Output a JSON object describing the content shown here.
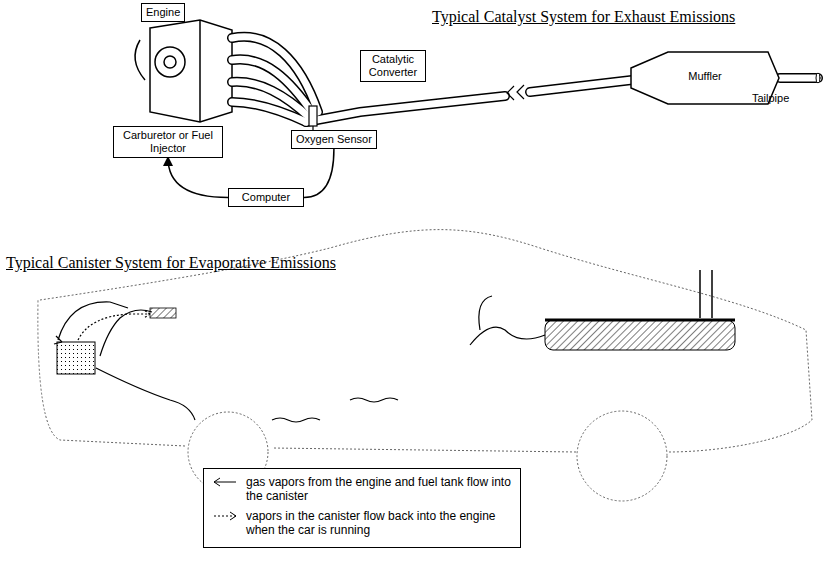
{
  "diagram": {
    "title": "Typical Catalyst System for Exhaust Emissions",
    "nodes": [
      {
        "text": [
          "Engine"
        ]
      },
      {
        "text": [
          "Catalytic Converter"
        ]
      },
      {
        "text": [
          "Carburetor or Fuel Injector"
        ]
      },
      {
        "text": [
          "Oxygen Sensor"
        ]
      },
      {
        "text": [
          "Computer"
        ]
      },
      {
        "text": [
          "Muffler"
        ]
      }
    ],
    "edges": [
      {
        "from": 3,
        "to": 4,
        "arrow": "none"
      },
      {
        "from": 4,
        "to": 2,
        "arrow": "to"
      }
    ],
    "labels": [
      "Typical Canister System for Evaporative Emissions",
      "Tailpipe"
    ],
    "legend": [
      {
        "text": "gas vapors from the engine and fuel tank flow into the canister"
      },
      {
        "text": "vapors in the canister flow back into the engine when the car is running"
      }
    ]
  }
}
